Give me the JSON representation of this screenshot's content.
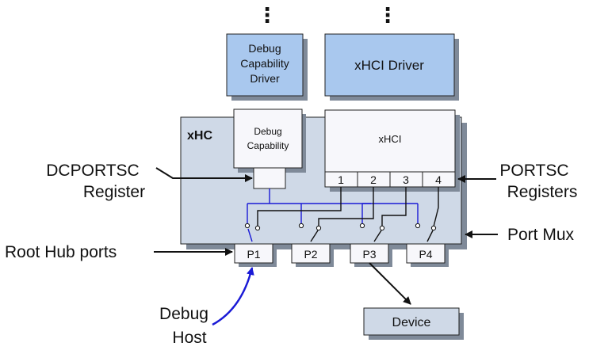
{
  "title": "",
  "colors": {
    "driver_fill": "#a9c8ee",
    "xhc_fill": "#cfd9e7",
    "box_fill": "#f7f7fb",
    "shadow": "#7f8a99",
    "blue_line": "#1a1ad6",
    "black_line": "#111111"
  },
  "ellipsis": [
    "⋮",
    "⋮"
  ],
  "drivers": {
    "debug_driver": [
      "Debug",
      "Capability",
      "Driver"
    ],
    "xhci_driver": "xHCI Driver"
  },
  "xhc": {
    "label": "xHC",
    "debug_capability": [
      "Debug",
      "Capability"
    ],
    "xhci_label": "xHCI",
    "portsc_numbers": [
      "1",
      "2",
      "3",
      "4"
    ]
  },
  "ports": [
    "P1",
    "P2",
    "P3",
    "P4"
  ],
  "device": "Device",
  "callouts": {
    "dcportsc": [
      "DCPORTSC",
      "Register"
    ],
    "portsc": [
      "PORTSC",
      "Registers"
    ],
    "port_mux": "Port Mux",
    "root_hub": "Root Hub ports",
    "debug_host": [
      "Debug",
      "Host"
    ]
  }
}
